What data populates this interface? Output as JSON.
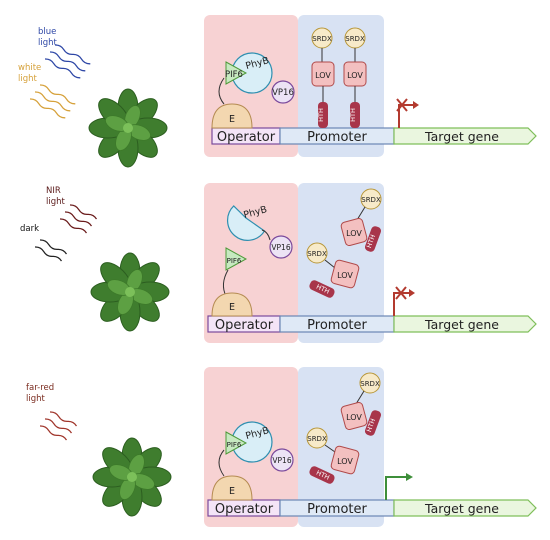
{
  "panels": [
    {
      "light_labels": [
        {
          "text": "blue\nlight",
          "color": "#2e47a6"
        },
        {
          "text": "white\nlight",
          "color": "#d6a13a"
        }
      ],
      "wave_color_1": "#2e47a6",
      "wave_color_2": "#d6a13a",
      "promoter_active": false
    },
    {
      "light_labels": [
        {
          "text": "NIR\nlight",
          "color": "#5a1a1a"
        },
        {
          "text": "dark",
          "color": "#111111"
        }
      ],
      "wave_color_1": "#6a1b1b",
      "wave_color_2": "#222222",
      "promoter_active": false
    },
    {
      "light_labels": [
        {
          "text": "far-red\nlight",
          "color": "#7a2b1f"
        }
      ],
      "wave_color_1": "#a0352b",
      "promoter_active": true
    }
  ],
  "labels": {
    "operator": "Operator",
    "promoter": "Promoter",
    "target_gene": "Target gene",
    "phyb": "PhyB",
    "pif6": "PIF6",
    "vp16": "VP16",
    "e": "E",
    "lov": "LOV",
    "hth": "HTH",
    "srdx": "SRDX"
  },
  "colors": {
    "operator_bg": "#f7d2d3",
    "promoter_bg": "#d8e2f3",
    "gene_fill": "#eaf6df",
    "gene_stroke": "#7fbf5a",
    "lov_fill": "#f3c0c0",
    "hth_fill": "#a8354a",
    "srdx_fill": "#f7eac9",
    "phyb_fill": "#d9eef7",
    "pif6_fill": "#c7e9c0",
    "vp16_fill": "#ece3f5",
    "e_fill": "#f3d7b0",
    "arrow_off": "#b33a2f",
    "arrow_on": "#3e8f3a"
  }
}
